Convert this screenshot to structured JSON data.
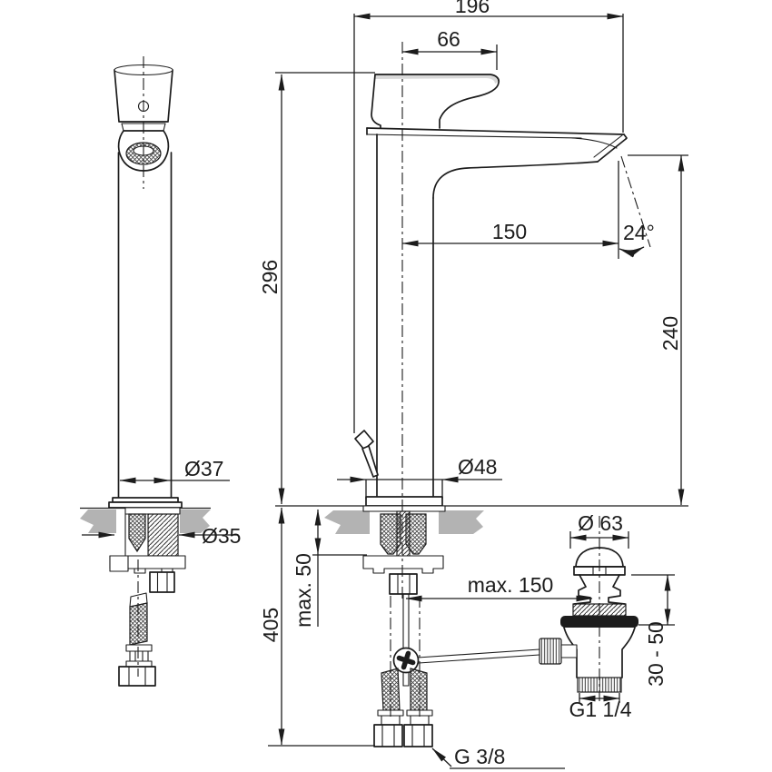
{
  "title": "Basin mixer technical drawing",
  "labels": {
    "dim_196": "196",
    "dim_66": "66",
    "dim_296": "296",
    "dim_150": "150",
    "dim_24": "24°",
    "dim_240": "240",
    "dim_405": "405",
    "dim_max50": "max. 50",
    "dim_d37": "Ø37",
    "dim_d35": "Ø35",
    "dim_d48": "Ø48",
    "dim_max150": "max. 150",
    "dim_d63": "Ø 63",
    "dim_3050": "30 - 50",
    "dim_g114": "G1 1/4",
    "dim_g38": "G 3/8"
  },
  "colors": {
    "line": "#1c1c1c",
    "countertop": "#b3b3b3",
    "shade": "#d9d9d9",
    "solid": "#1c1c1c"
  }
}
